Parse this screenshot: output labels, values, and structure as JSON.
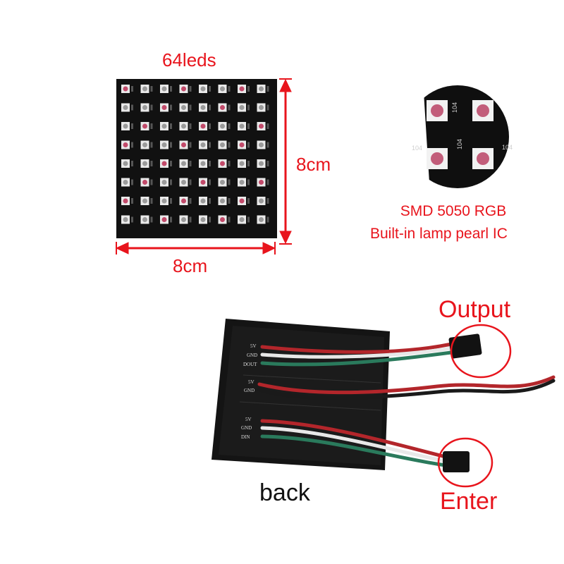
{
  "labels": {
    "leds": "64leds",
    "height": "8cm",
    "width": "8cm",
    "smd_line1": "SMD 5050 RGB",
    "smd_line2": "Built-in lamp pearl IC",
    "output": "Output",
    "enter": "Enter",
    "back": "back"
  },
  "board_silkscreen": {
    "top": [
      "5V",
      "GND",
      "DOUT"
    ],
    "middle": [
      "5V",
      "GND"
    ],
    "bottom": [
      "5V",
      "GND",
      "DIN"
    ]
  },
  "closeup_silkscreen": [
    "104",
    "104",
    "104",
    "104"
  ],
  "colors": {
    "accent": "#e8141c",
    "board": "#121212",
    "wire_red": "#b3262b",
    "wire_green": "#2a7a5c",
    "wire_white": "#e8e8e8"
  }
}
